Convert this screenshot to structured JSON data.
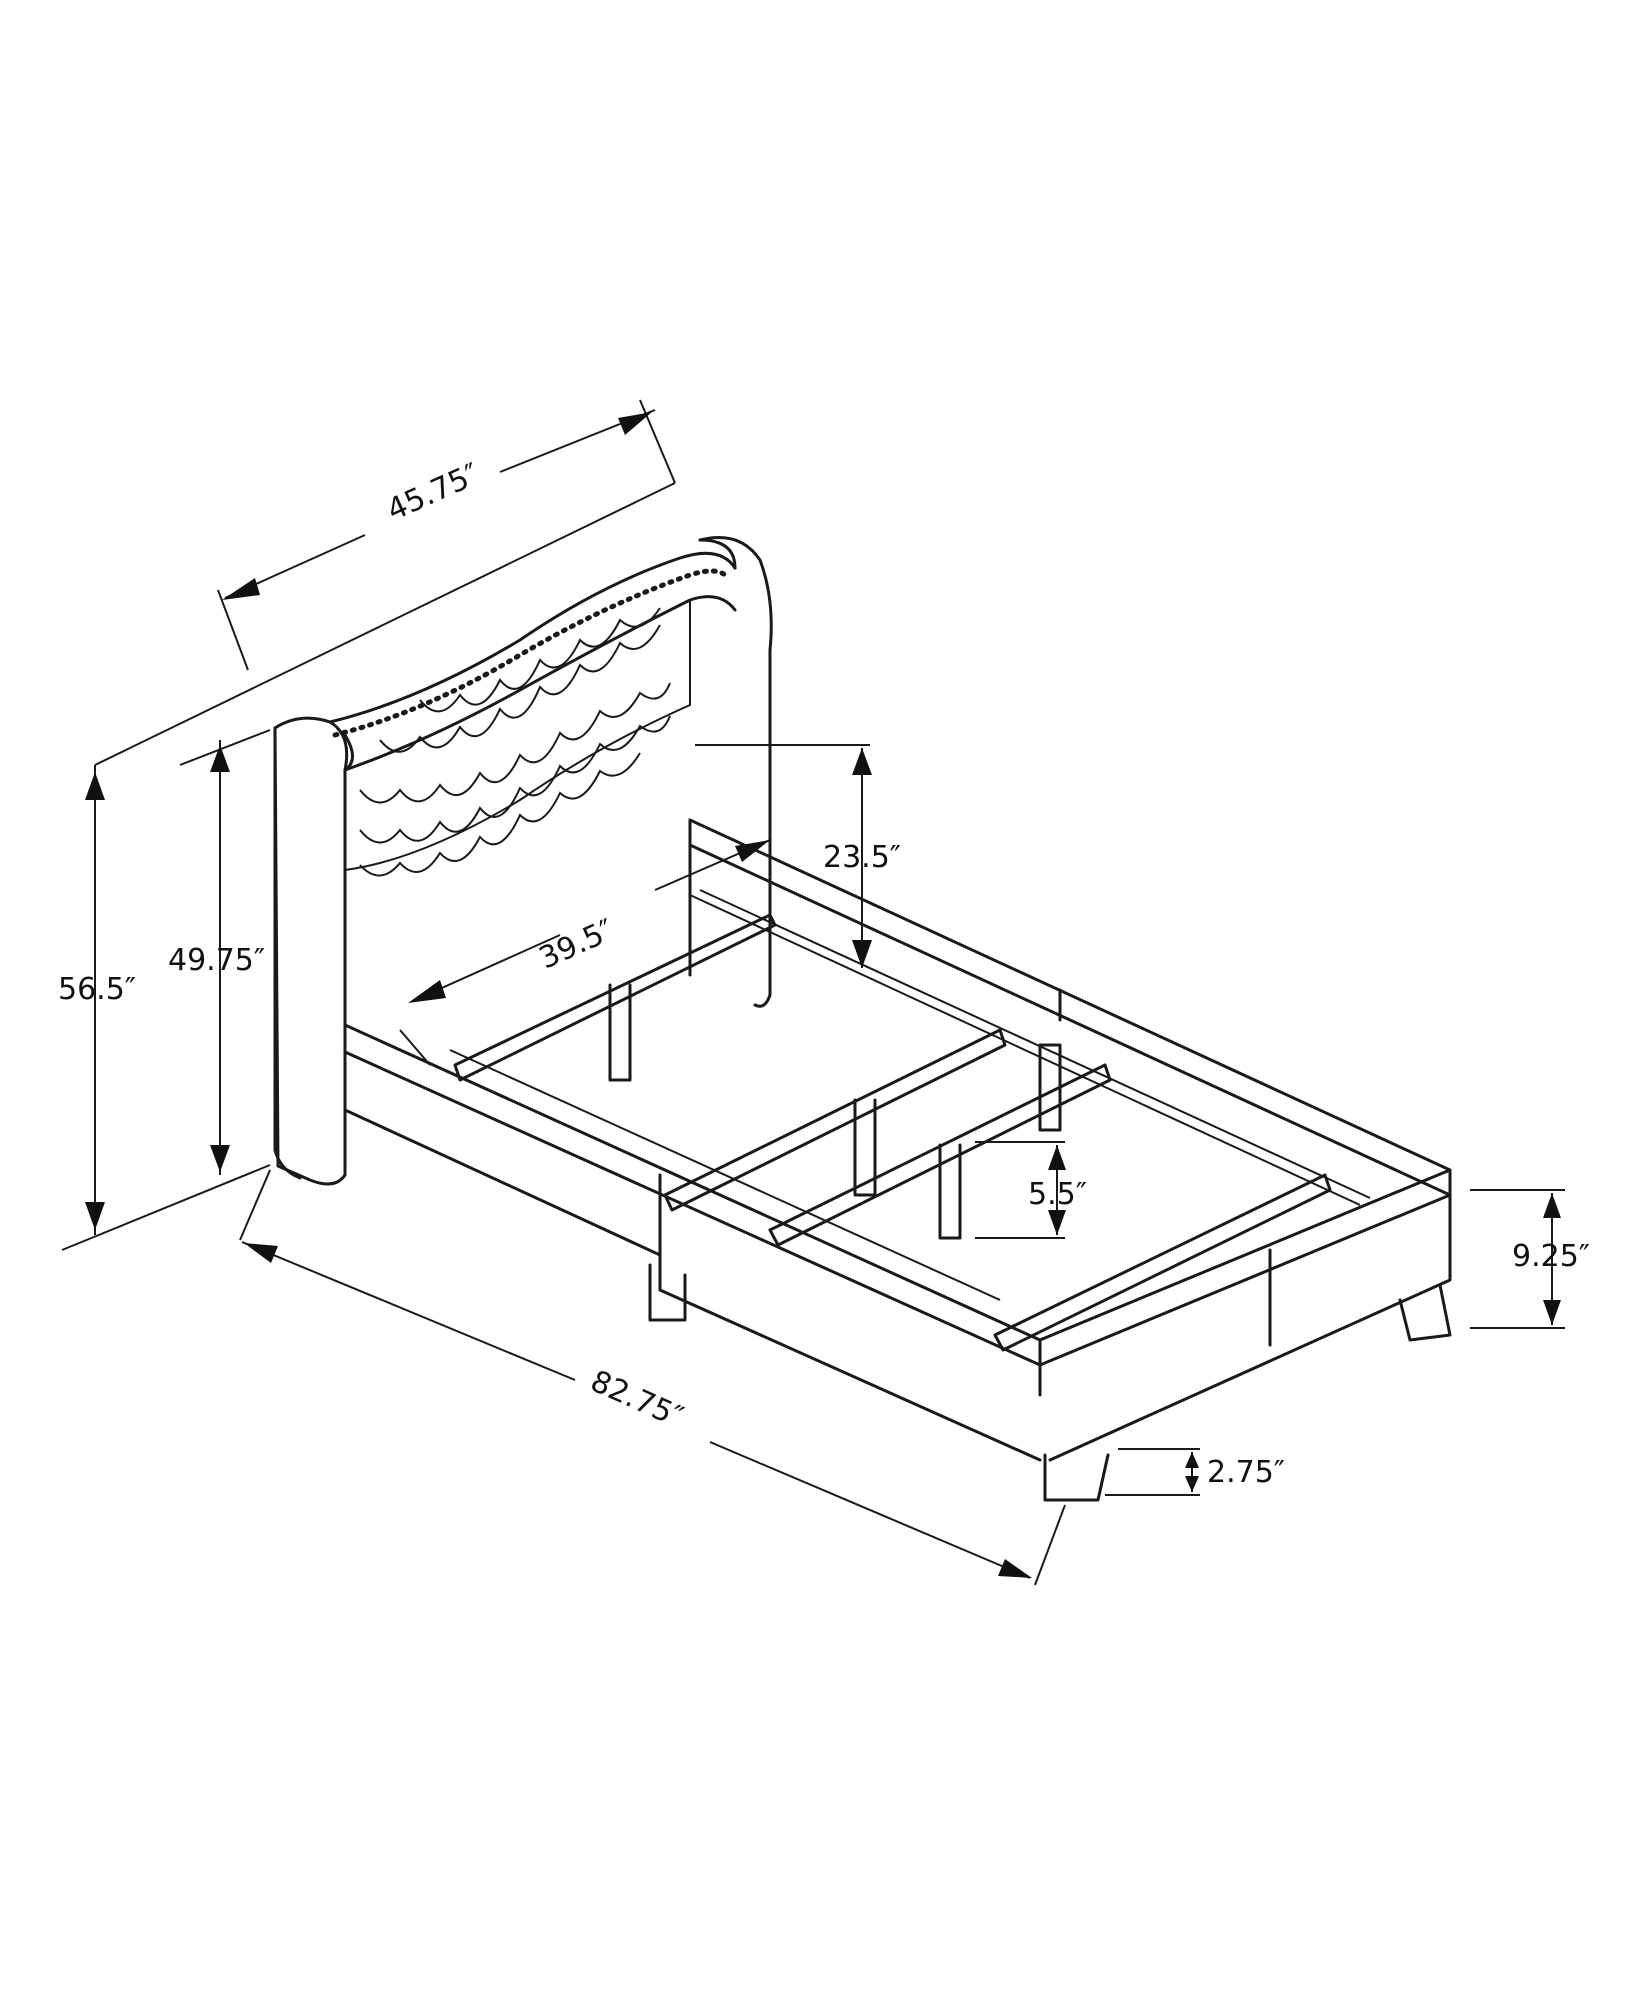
{
  "figure": {
    "subject": "Upholstered bed frame with tufted wingback headboard",
    "line_color": "#1a1a1a",
    "background": "#ffffff"
  },
  "dimensions": {
    "overall_width": "45.75″",
    "overall_height": "56.5″",
    "headboard_height": "49.75″",
    "headboard_above_rail": "23.5″",
    "slat_length": "39.5″",
    "center_leg_height": "5.5″",
    "frame_height": "9.25″",
    "leg_height": "2.75″",
    "overall_length": "82.75″"
  }
}
